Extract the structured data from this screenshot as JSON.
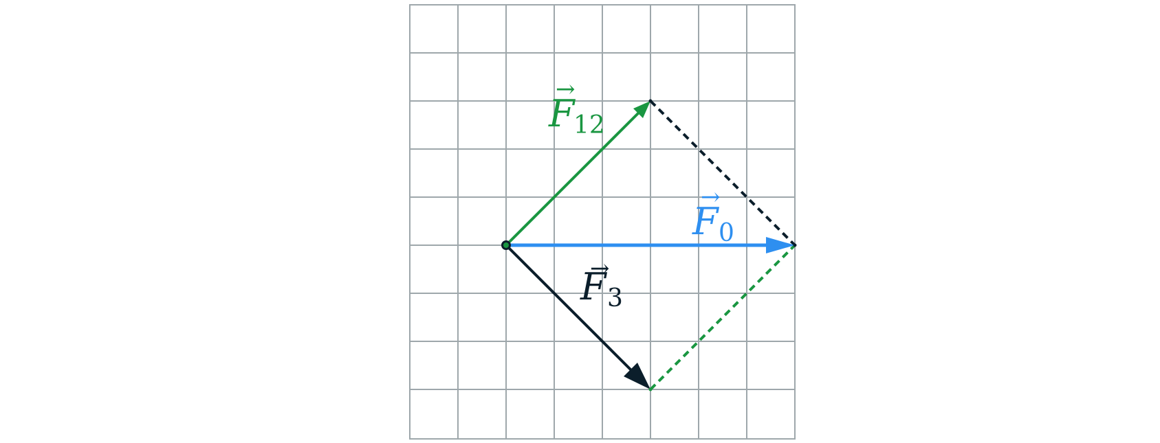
{
  "colors": {
    "grid": "#9ea7ab",
    "green": "#1a9641",
    "blue": "#2e8ff0",
    "dark": "#0b1e2b"
  },
  "vectors": {
    "f12": {
      "name": "F",
      "sub": "12",
      "color": "green"
    },
    "f0": {
      "name": "F",
      "sub": "0",
      "color": "blue"
    },
    "f3": {
      "name": "F",
      "sub": "3",
      "color": "dark"
    }
  },
  "arrow_symbol": "→"
}
